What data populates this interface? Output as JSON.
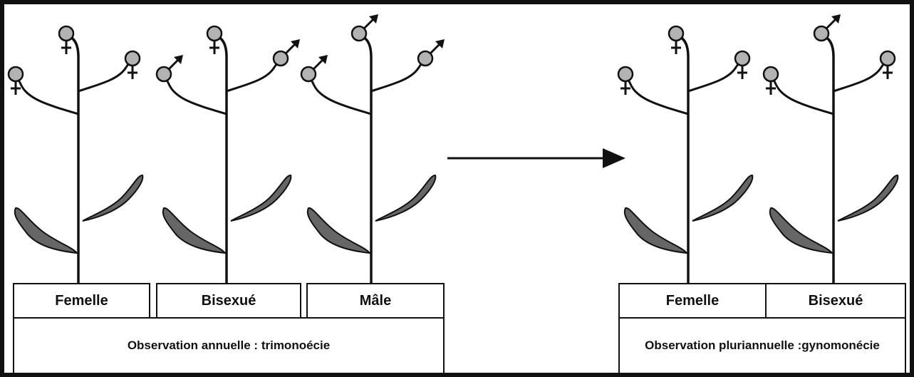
{
  "annual": {
    "plants": [
      {
        "label": "Femelle",
        "flowers": [
          "female",
          "female",
          "female"
        ]
      },
      {
        "label": "Bisexué",
        "flowers": [
          "male",
          "female",
          "male"
        ]
      },
      {
        "label": "Mâle",
        "flowers": [
          "male",
          "male",
          "male"
        ]
      }
    ],
    "observation_line1": "Observation annuelle : trimonoécie"
  },
  "pluriannual": {
    "plants": [
      {
        "label": "Femelle",
        "flowers": [
          "female",
          "female",
          "female"
        ]
      },
      {
        "label": "Bisexué",
        "flowers": [
          "female",
          "male",
          "female"
        ]
      }
    ],
    "observation_line1": "Observation pluriannuelle :",
    "observation_line2": "gynomonécie"
  },
  "colors": {
    "flower_fill": "#b3b3b3",
    "leaf_fill": "#666666",
    "stroke": "#111111",
    "background": "#ffffff"
  }
}
